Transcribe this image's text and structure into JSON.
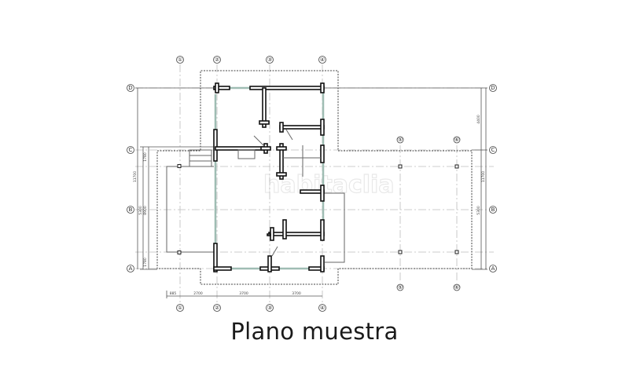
{
  "caption": "Plano muestra",
  "watermark": "habitaclia",
  "grid": {
    "columns_top": [
      "①",
      "②",
      "③",
      "④"
    ],
    "columns_bottom": [
      "①",
      "②",
      "③",
      "④"
    ],
    "columns_right_top": [
      "⑤",
      "⑥"
    ],
    "columns_right_bottom": [
      "⑤",
      "⑥"
    ],
    "rows_left": [
      "D",
      "C",
      "B",
      "A"
    ],
    "rows_right": [
      "D",
      "C",
      "B",
      "A"
    ]
  },
  "dimensions": {
    "bottom": [
      "885",
      "2700",
      "3700",
      "3700"
    ],
    "left": [
      "1780",
      "5300",
      "8900",
      "1780",
      "11700"
    ],
    "right": [
      "4400",
      "5300",
      "11700"
    ]
  },
  "colors": {
    "wall_stroke": "#111111",
    "glazing": "#9fbdb3",
    "grid": "#bdbdbd",
    "caption": "#1a1a1a"
  }
}
